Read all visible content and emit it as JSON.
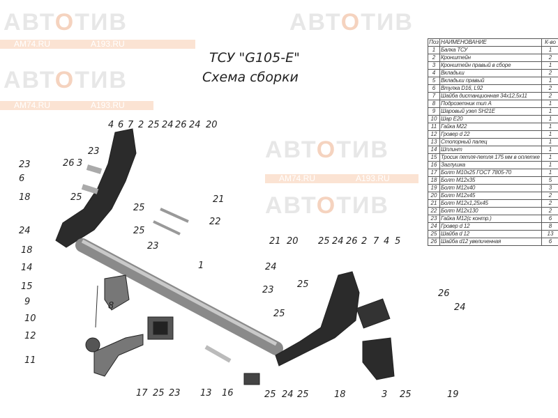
{
  "watermark": {
    "logo_left": "АВТ",
    "logo_mid": "О",
    "logo_right": "ТИВ",
    "site1": "AM74.RU",
    "site2": "A193.RU"
  },
  "title": "ТСУ \"G105-E\"",
  "subtitle": "Схема сборки",
  "table": {
    "headers": [
      "Поз",
      "НАИМЕНОВАНИЕ",
      "К-во"
    ],
    "rows": [
      [
        "1",
        "Балка ТСУ",
        "1"
      ],
      [
        "2",
        "Кронштейн",
        "2"
      ],
      [
        "3",
        "Кронштейн правый в сборе",
        "1"
      ],
      [
        "4",
        "Вкладыш",
        "2"
      ],
      [
        "5",
        "Вкладыш правый",
        "1"
      ],
      [
        "6",
        "Втулка D16, L92",
        "2"
      ],
      [
        "7",
        "Шайба дистанционная 34х12,5х11",
        "2"
      ],
      [
        "8",
        "Подрозетник тип А",
        "1"
      ],
      [
        "9",
        "Шаровый узел SH21E",
        "1"
      ],
      [
        "10",
        "Шар E20",
        "1"
      ],
      [
        "11",
        "Гайка M22",
        "1"
      ],
      [
        "12",
        "Гровер d 22",
        "1"
      ],
      [
        "13",
        "Стопорный палец",
        "1"
      ],
      [
        "14",
        "Шплинт",
        "1"
      ],
      [
        "15",
        "Тросик петля-петля 175 мм в оплетке",
        "1"
      ],
      [
        "16",
        "Заглушка",
        "1"
      ],
      [
        "17",
        "Болт M10х25 ГОСТ 7805-70",
        "1"
      ],
      [
        "18",
        "Болт M12х35",
        "5"
      ],
      [
        "19",
        "Болт M12х40",
        "3"
      ],
      [
        "20",
        "Болт M12х45",
        "2"
      ],
      [
        "21",
        "Болт M12х1,25х45",
        "2"
      ],
      [
        "22",
        "Болт M12х130",
        "2"
      ],
      [
        "23",
        "Гайка M12(с контр.)",
        "6"
      ],
      [
        "24",
        "Гровер d 12",
        "8"
      ],
      [
        "25",
        "Шайба d 12",
        "13"
      ],
      [
        "26",
        "Шайба d12 увеличенная",
        "6"
      ]
    ]
  },
  "callouts": [
    "4",
    "6",
    "7",
    "2",
    "23",
    "26",
    "3",
    "23",
    "6",
    "18",
    "25",
    "24",
    "25",
    "24",
    "26",
    "24",
    "20",
    "21",
    "25",
    "22",
    "25",
    "23",
    "18",
    "1",
    "14",
    "15",
    "9",
    "8",
    "10",
    "12",
    "11",
    "17",
    "25",
    "23",
    "13",
    "16",
    "21",
    "20",
    "24",
    "25",
    "24",
    "26",
    "2",
    "7",
    "4",
    "5",
    "23",
    "25",
    "25",
    "25",
    "24",
    "25",
    "18",
    "3",
    "25",
    "26",
    "24",
    "19"
  ]
}
